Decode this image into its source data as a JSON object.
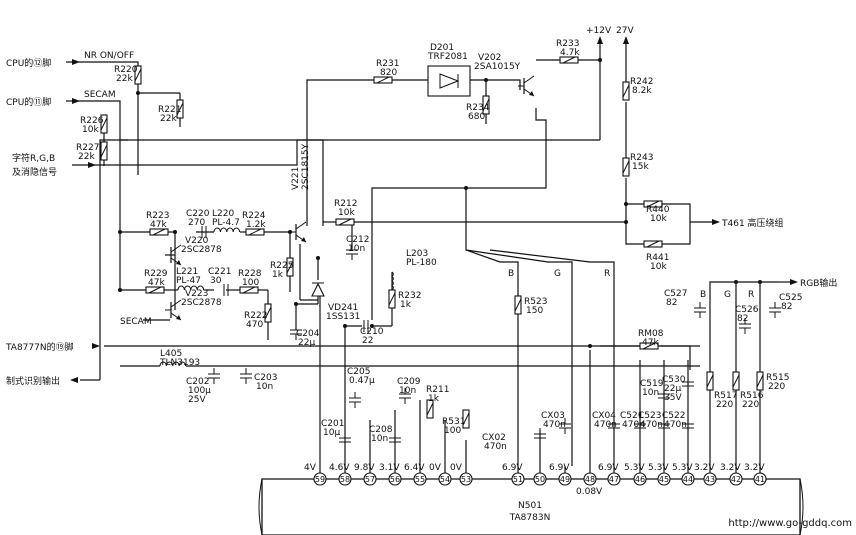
{
  "ic": {
    "name": "N501",
    "part": "TA8783N"
  },
  "website": "http://www.go-gddq.com",
  "inputs": [
    {
      "label": "CPU的⑫脚",
      "signal": "NR ON/OFF"
    },
    {
      "label": "CPU的⑪脚",
      "signal": "SECAM"
    },
    {
      "label": "字符R,G,B",
      "label2": "及消隐信号"
    },
    {
      "label": "TA8777N的⑲脚"
    },
    {
      "label": "制式识别输出"
    }
  ],
  "outputs": {
    "t461": "T461 高压绕组",
    "rgb": "RGB输出"
  },
  "supplies": {
    "v12": "+12V",
    "v27": "27V"
  },
  "secam_label": "SECAM",
  "bgr": [
    "B",
    "G",
    "R"
  ],
  "bgr2": [
    "B",
    "G",
    "R"
  ],
  "resistors": [
    {
      "ref": "R220",
      "val": "22k"
    },
    {
      "ref": "R221",
      "val": "22k"
    },
    {
      "ref": "R226",
      "val": "10k"
    },
    {
      "ref": "R227",
      "val": "22k"
    },
    {
      "ref": "R231",
      "val": "820"
    },
    {
      "ref": "R234",
      "val": "680"
    },
    {
      "ref": "R233",
      "val": "4.7k"
    },
    {
      "ref": "R242",
      "val": "8.2k"
    },
    {
      "ref": "R243",
      "val": "15k"
    },
    {
      "ref": "R440",
      "val": "10k"
    },
    {
      "ref": "R441",
      "val": "10k"
    },
    {
      "ref": "R212",
      "val": "10k"
    },
    {
      "ref": "R223",
      "val": "47k"
    },
    {
      "ref": "R224",
      "val": "1.2k"
    },
    {
      "ref": "R229",
      "val": "47k"
    },
    {
      "ref": "R228",
      "val": "100"
    },
    {
      "ref": "R222",
      "val": "470"
    },
    {
      "ref": "R225",
      "val": "1k"
    },
    {
      "ref": "R232",
      "val": "1k"
    },
    {
      "ref": "R523",
      "val": "150"
    },
    {
      "ref": "RM08",
      "val": "47k"
    },
    {
      "ref": "R211",
      "val": "1k"
    },
    {
      "ref": "R531",
      "val": "100"
    },
    {
      "ref": "R517",
      "val": "220"
    },
    {
      "ref": "R516",
      "val": "220"
    },
    {
      "ref": "R515",
      "val": "220"
    }
  ],
  "capacitors": [
    {
      "ref": "C220",
      "val": "270"
    },
    {
      "ref": "C221",
      "val": "30"
    },
    {
      "ref": "C212",
      "val": "10n"
    },
    {
      "ref": "C204",
      "val": "22μ"
    },
    {
      "ref": "C210",
      "val": "22"
    },
    {
      "ref": "C202",
      "val": "100μ",
      "val2": "25V"
    },
    {
      "ref": "C203",
      "val": "10n"
    },
    {
      "ref": "C205",
      "val": "0.47μ"
    },
    {
      "ref": "C209",
      "val": "10n"
    },
    {
      "ref": "C201",
      "val": "10μ"
    },
    {
      "ref": "C208",
      "val": "10n"
    },
    {
      "ref": "CX02",
      "val": "470n"
    },
    {
      "ref": "CX03",
      "val": "470n"
    },
    {
      "ref": "CX04",
      "val": "470n"
    },
    {
      "ref": "C521",
      "val": "470n"
    },
    {
      "ref": "C523",
      "val": "470n"
    },
    {
      "ref": "C522",
      "val": "470n"
    },
    {
      "ref": "C519",
      "val": "10n"
    },
    {
      "ref": "C530",
      "val": "22μ",
      "val2": "35V"
    },
    {
      "ref": "C527",
      "val": "82"
    },
    {
      "ref": "C526",
      "val": "82"
    },
    {
      "ref": "C525",
      "val": "82"
    }
  ],
  "inductors": [
    {
      "ref": "L220",
      "val": "PL-4.7"
    },
    {
      "ref": "L221",
      "val": "PL-47"
    },
    {
      "ref": "L203",
      "val": "PL-180"
    },
    {
      "ref": "L405",
      "val": "TLN3193"
    }
  ],
  "transistors": [
    {
      "ref": "V220",
      "part": "2SC2878"
    },
    {
      "ref": "V223",
      "part": "2SC2878"
    },
    {
      "ref": "V221",
      "part": "2SC1815Y"
    },
    {
      "ref": "V202",
      "part": "2SA1015Y"
    }
  ],
  "diodes": [
    {
      "ref": "D201",
      "part": "TRF2081"
    },
    {
      "ref": "VD241",
      "part": "1SS131"
    }
  ],
  "pins": [
    {
      "num": "59",
      "volt": "4V"
    },
    {
      "num": "58",
      "volt": "4.6V"
    },
    {
      "num": "57",
      "volt": "9.8V"
    },
    {
      "num": "56",
      "volt": "3.1V"
    },
    {
      "num": "55",
      "volt": "6.4V"
    },
    {
      "num": "54",
      "volt": "0V"
    },
    {
      "num": "53",
      "volt": "0V"
    },
    {
      "num": "51",
      "volt": "6.9V"
    },
    {
      "num": "50",
      "volt": ""
    },
    {
      "num": "49",
      "volt": "6.9V"
    },
    {
      "num": "48",
      "volt": "0.08V"
    },
    {
      "num": "47",
      "volt": "6.9V"
    },
    {
      "num": "46",
      "volt": "5.3V"
    },
    {
      "num": "45",
      "volt": "5.3V"
    },
    {
      "num": "44",
      "volt": "5.3V"
    },
    {
      "num": "43",
      "volt": "3.2V"
    },
    {
      "num": "42",
      "volt": "3.2V"
    },
    {
      "num": "41",
      "volt": "3.2V"
    }
  ]
}
